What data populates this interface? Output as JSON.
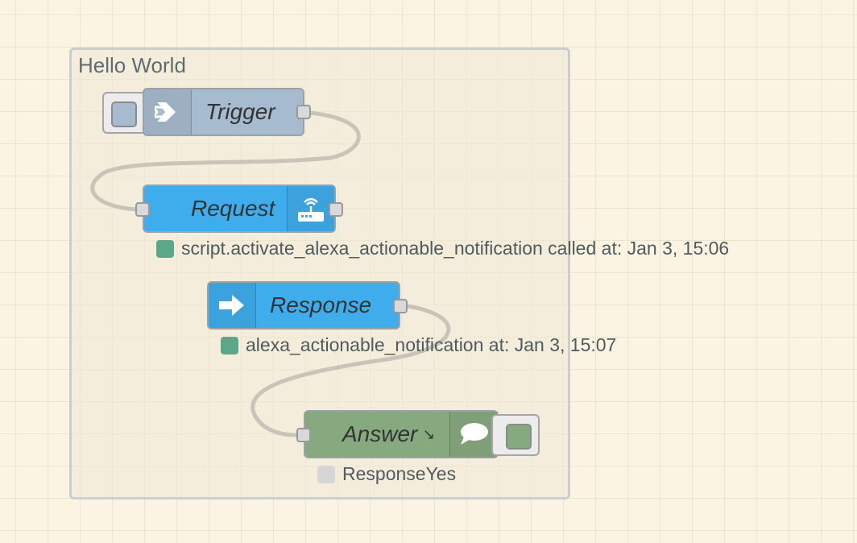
{
  "group": {
    "label": "Hello World"
  },
  "nodes": {
    "trigger": {
      "label": "Trigger",
      "color": "#a6bbcf",
      "icon": "inject-arrow-icon"
    },
    "request": {
      "label": "Request",
      "color": "#3fadec",
      "icon": "router-wifi-icon"
    },
    "response": {
      "label": "Response",
      "color": "#3fadec",
      "icon": "arrow-right-icon"
    },
    "answer": {
      "label": "Answer",
      "color": "#87a980",
      "icon": "speech-bubble-icon"
    }
  },
  "statuses": {
    "request": {
      "text": "script.activate_alexa_actionable_notification called at: Jan 3, 15:06",
      "color": "#5aa889"
    },
    "response": {
      "text": "alexa_actionable_notification at: Jan 3, 15:07",
      "color": "#5aa889"
    },
    "answer": {
      "text": "ResponseYes",
      "color": "#d6d6d6"
    }
  },
  "colors": {
    "canvas": "#fbf4e2",
    "wire": "#999999",
    "group_border": "#c9cfd1"
  }
}
